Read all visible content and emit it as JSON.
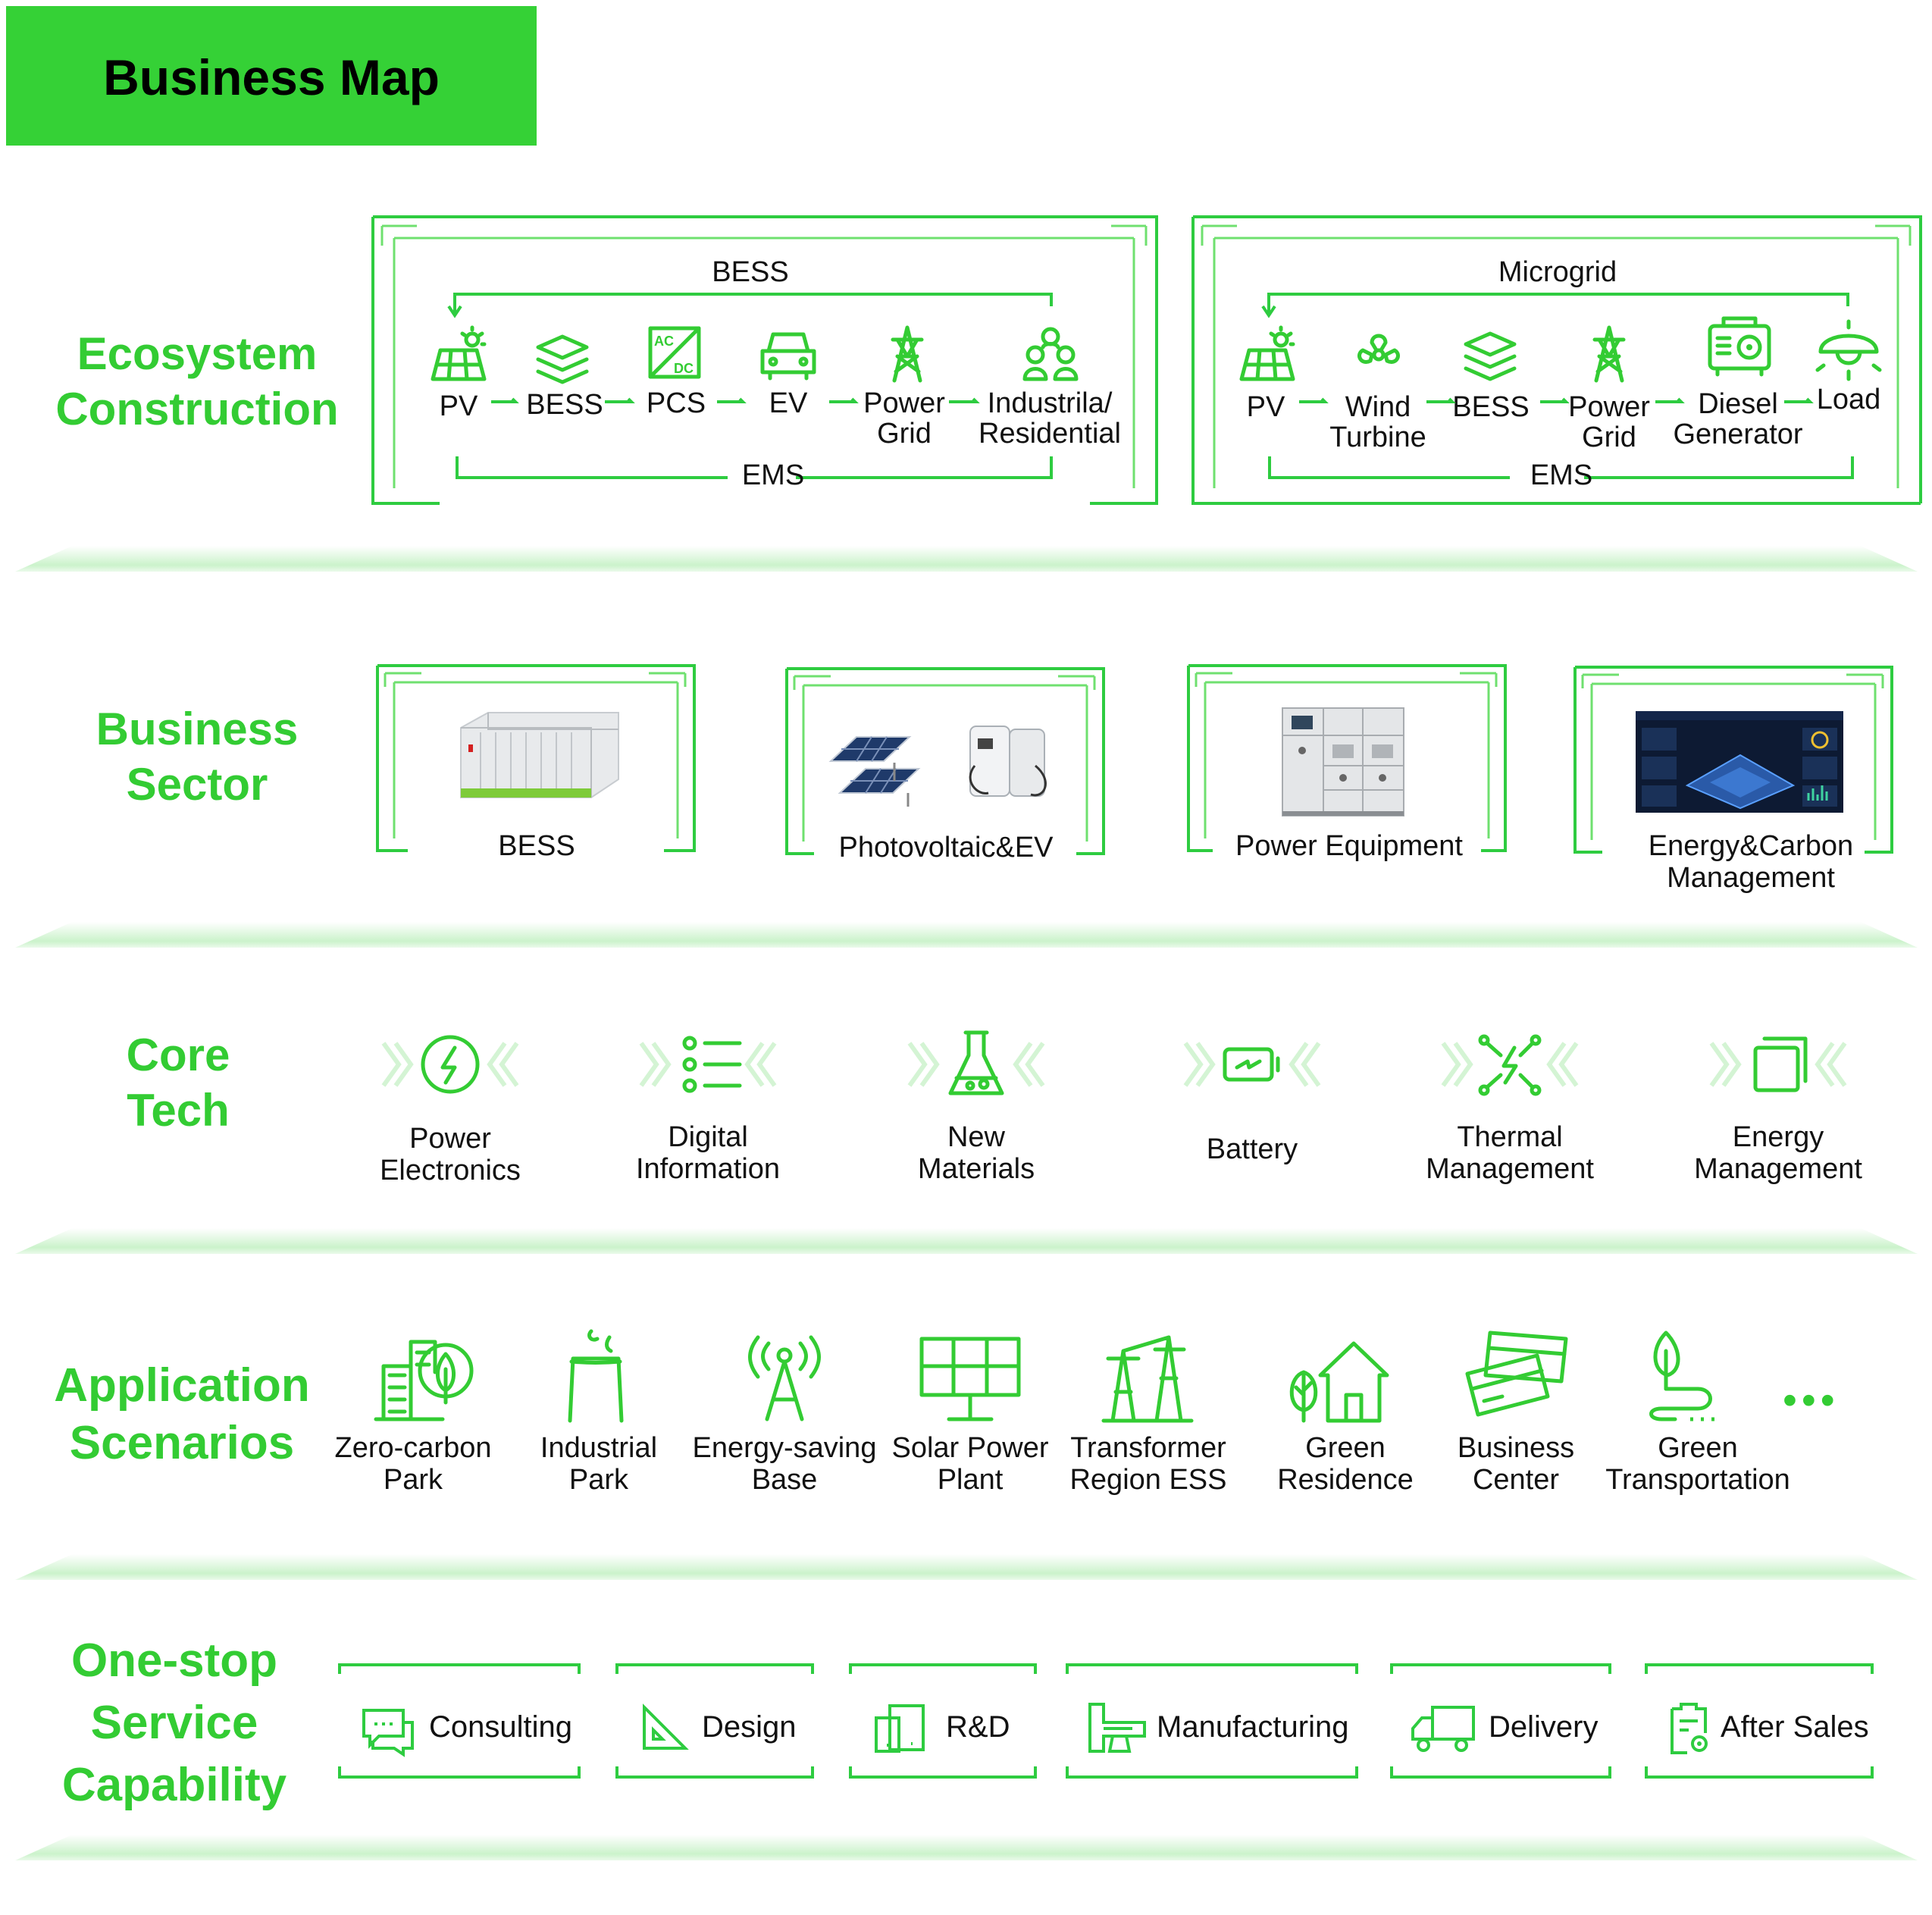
{
  "header": {
    "title": "Business Map"
  },
  "rows": {
    "ecosystem": {
      "label": "Ecosystem Construction",
      "label_lines": [
        "Ecosystem",
        "Construction"
      ]
    },
    "sector": {
      "label_lines": [
        "Business",
        "Sector"
      ]
    },
    "core": {
      "label_lines": [
        "Core",
        "Tech"
      ]
    },
    "scenarios": {
      "label_lines": [
        "Application",
        "Scenarios"
      ]
    },
    "service": {
      "label_lines": [
        "One-stop",
        "Service",
        "Capability"
      ]
    }
  },
  "ecosystem": {
    "bess_panel": {
      "title": "BESS",
      "footer": "EMS",
      "items": [
        {
          "icon": "solar-panel-icon",
          "lines": [
            "PV"
          ]
        },
        {
          "icon": "layers-icon",
          "lines": [
            "BESS"
          ]
        },
        {
          "icon": "ac-dc-converter-icon",
          "lines": [
            "PCS"
          ]
        },
        {
          "icon": "car-icon",
          "lines": [
            "EV"
          ]
        },
        {
          "icon": "transmission-tower-icon",
          "lines": [
            "Power",
            "Grid"
          ]
        },
        {
          "icon": "people-icon",
          "lines": [
            "Industrila/",
            "Residential"
          ]
        }
      ]
    },
    "microgrid_panel": {
      "title": "Microgrid",
      "footer": "EMS",
      "items": [
        {
          "icon": "solar-panel-icon",
          "lines": [
            "PV"
          ]
        },
        {
          "icon": "wind-turbine-icon",
          "lines": [
            "Wind",
            "Turbine"
          ]
        },
        {
          "icon": "layers-icon",
          "lines": [
            "BESS"
          ]
        },
        {
          "icon": "transmission-tower-icon",
          "lines": [
            "Power",
            "Grid"
          ]
        },
        {
          "icon": "generator-icon",
          "lines": [
            "Diesel",
            "Generator"
          ]
        },
        {
          "icon": "lamp-icon",
          "lines": [
            "Load"
          ]
        }
      ]
    }
  },
  "sectors": [
    {
      "lines": [
        "BESS"
      ],
      "image": "bess-container-image"
    },
    {
      "lines": [
        "Photovoltaic&EV"
      ],
      "image": "pv-and-charger-image"
    },
    {
      "lines": [
        "Power Equipment"
      ],
      "image": "switchgear-cabinet-image"
    },
    {
      "lines": [
        "Energy&Carbon",
        "Management"
      ],
      "image": "dashboard-screen-image"
    }
  ],
  "core_tech": [
    {
      "icon": "lightning-circle-icon",
      "lines": [
        "Power",
        "Electronics"
      ]
    },
    {
      "icon": "list-icon",
      "lines": [
        "Digital",
        "Information"
      ]
    },
    {
      "icon": "flask-icon",
      "lines": [
        "New",
        "Materials"
      ]
    },
    {
      "icon": "battery-icon",
      "lines": [
        "Battery"
      ]
    },
    {
      "icon": "thermal-network-icon",
      "lines": [
        "Thermal",
        "Management"
      ]
    },
    {
      "icon": "stacked-squares-icon",
      "lines": [
        "Energy",
        "Management"
      ]
    }
  ],
  "scenarios": [
    {
      "icon": "eco-building-icon",
      "lines": [
        "Zero-carbon",
        "Park"
      ]
    },
    {
      "icon": "chimney-icon",
      "lines": [
        "Industrial",
        "Park"
      ]
    },
    {
      "icon": "signal-tower-icon",
      "lines": [
        "Energy-saving",
        "Base"
      ]
    },
    {
      "icon": "solar-array-icon",
      "lines": [
        "Solar Power",
        "Plant"
      ]
    },
    {
      "icon": "power-pylon-icon",
      "lines": [
        "Transformer",
        "Region ESS"
      ]
    },
    {
      "icon": "house-tree-icon",
      "lines": [
        "Green",
        "Residence"
      ]
    },
    {
      "icon": "cards-icon",
      "lines": [
        "Business",
        "Center"
      ]
    },
    {
      "icon": "leaf-path-icon",
      "lines": [
        "Green",
        "Transportation"
      ]
    }
  ],
  "more": "•••",
  "services": [
    {
      "icon": "chat-icon",
      "label": "Consulting"
    },
    {
      "icon": "set-square-icon",
      "label": "Design"
    },
    {
      "icon": "devices-icon",
      "label": "R&D"
    },
    {
      "icon": "machine-icon",
      "label": "Manufacturing"
    },
    {
      "icon": "truck-icon",
      "label": "Delivery"
    },
    {
      "icon": "clipboard-gear-icon",
      "label": "After Sales"
    }
  ],
  "colors": {
    "accent": "#33cc33",
    "header_bg": "#35d136",
    "text": "#111111"
  }
}
